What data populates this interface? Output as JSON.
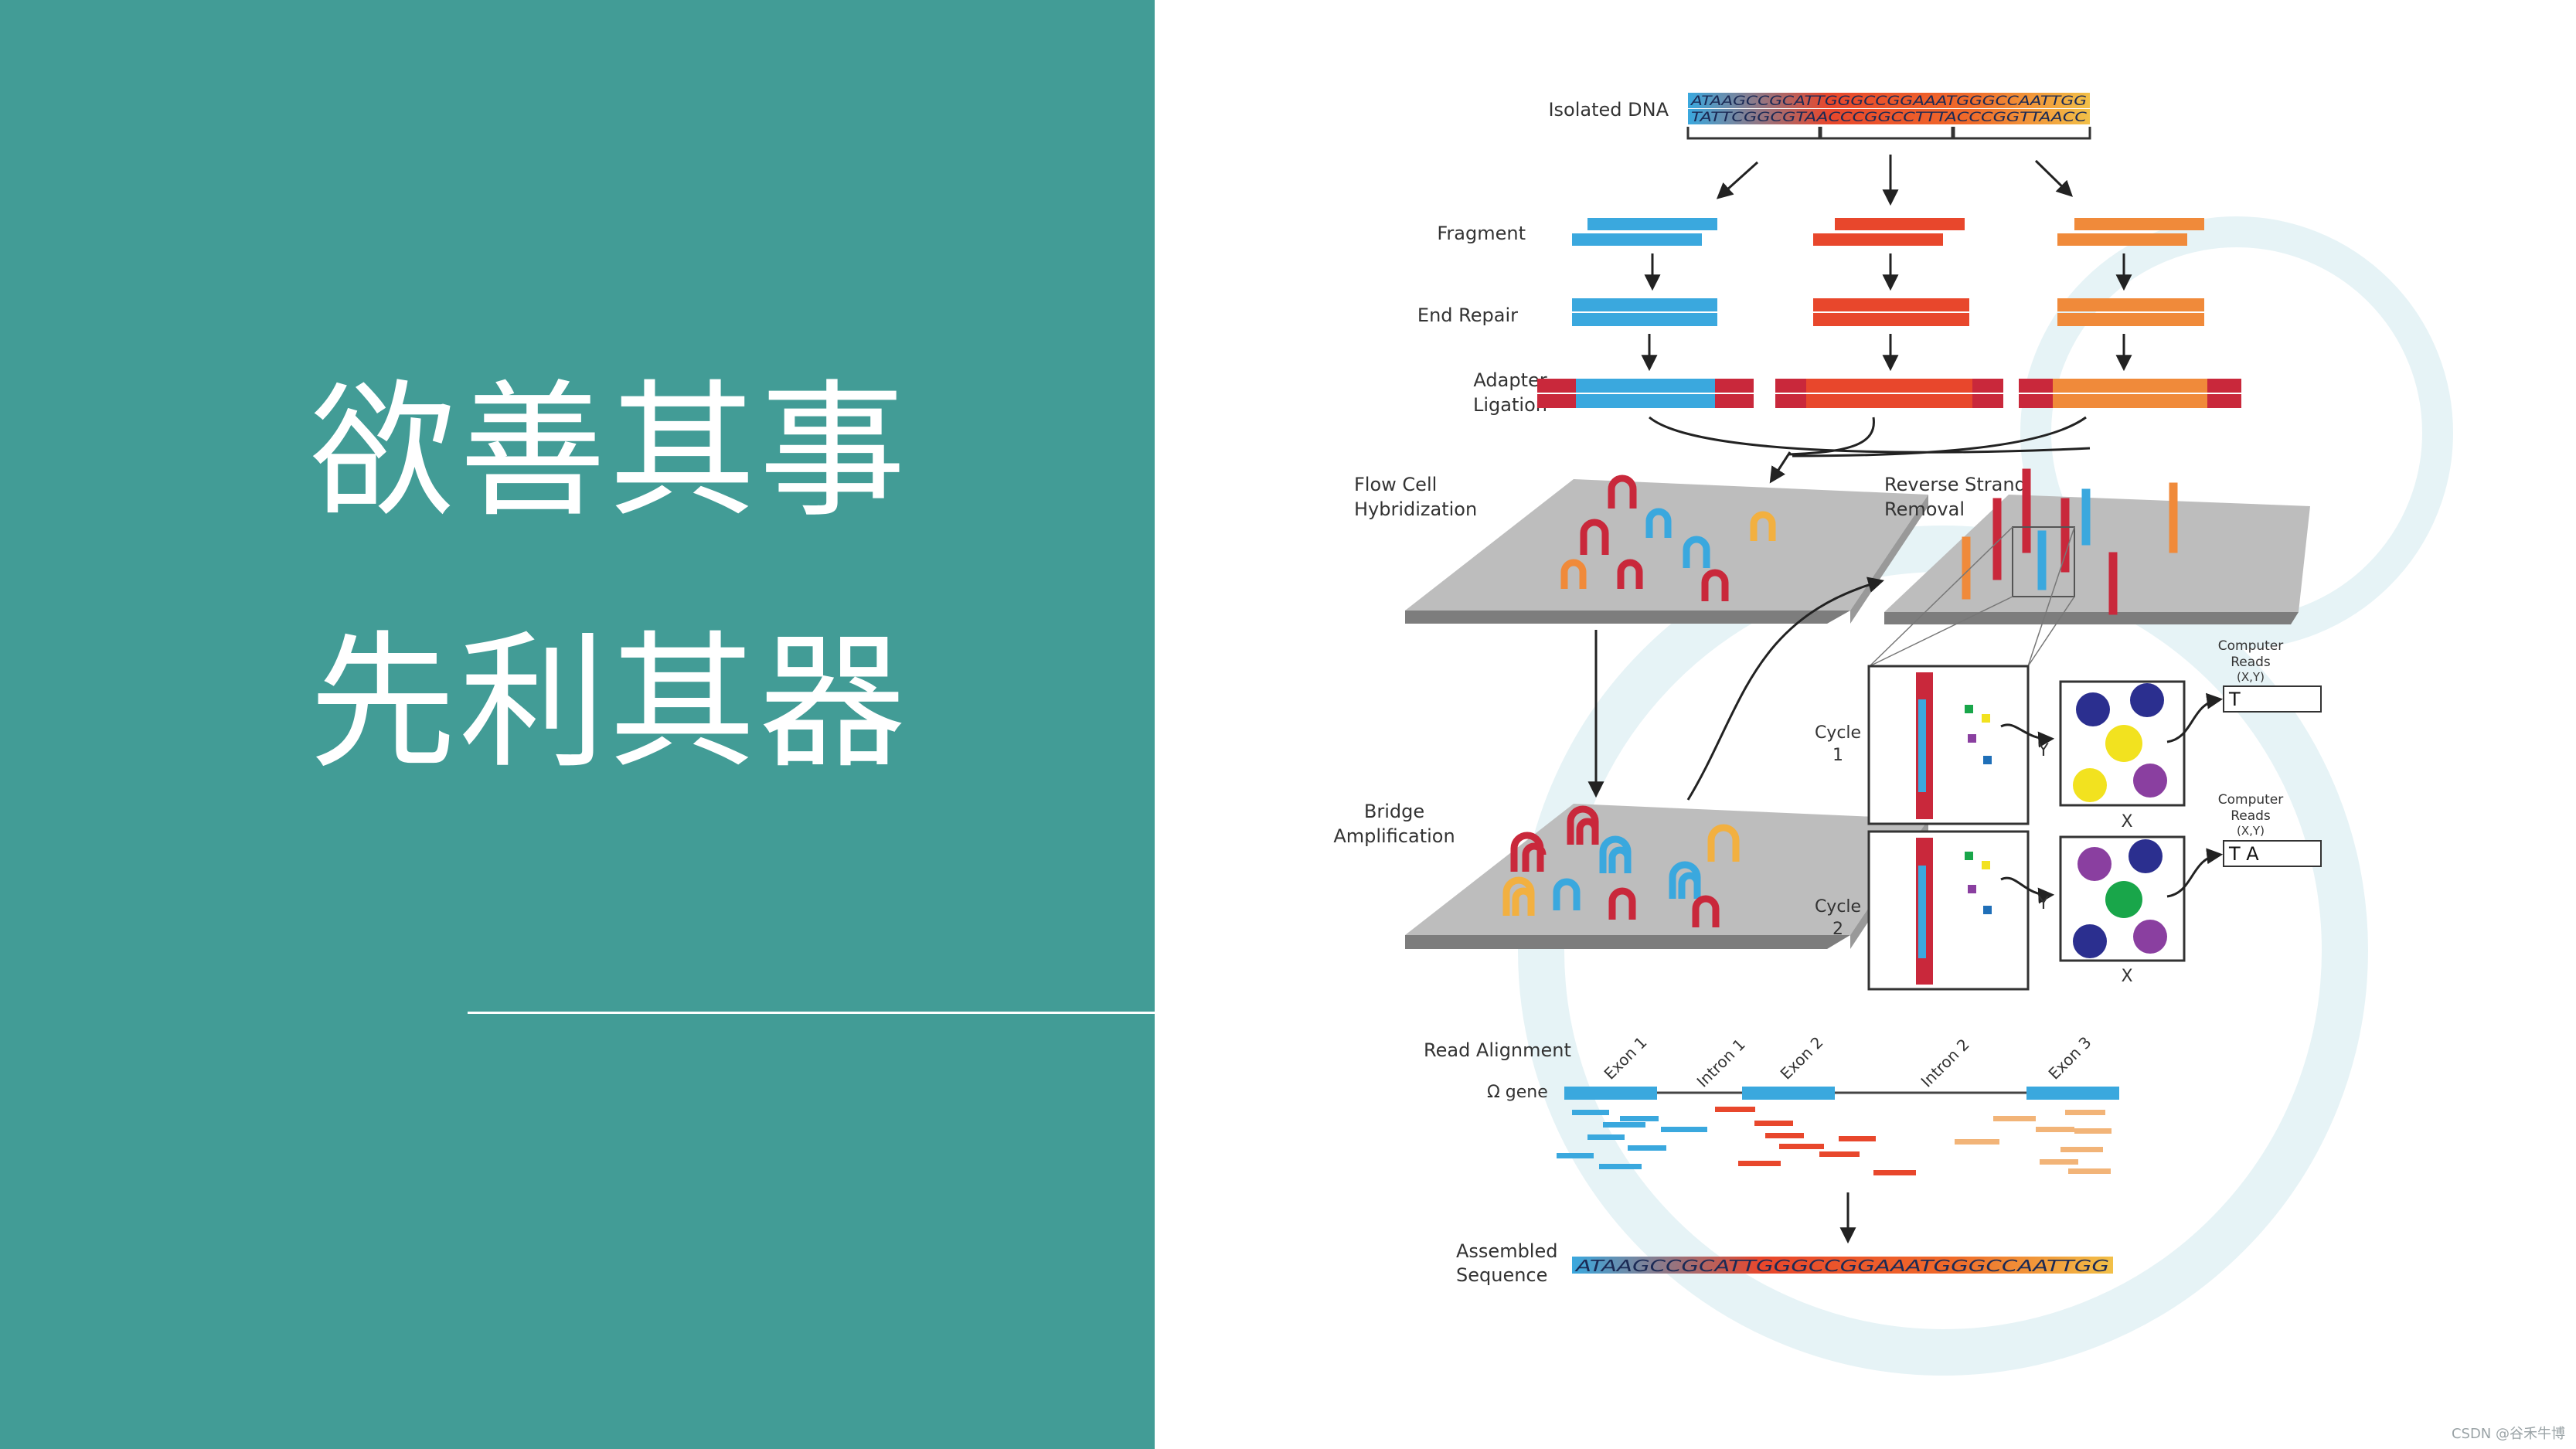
{
  "slide": {
    "title_line1": "欲善其事",
    "title_line2": "先利其器",
    "credit": "CSDN @谷禾牛博"
  },
  "colors": {
    "panel": "#429c96",
    "blue": "#3aa8de",
    "red": "#e8472c",
    "orange": "#f08a3a",
    "adapter": "#c9283b",
    "navy": "#2b2f8f",
    "yellow": "#f2e21f",
    "purple": "#8a3fa0",
    "green": "#19a64a"
  },
  "diagram": {
    "isolated_dna": "Isolated DNA",
    "dna_top": "ATAAGCCGCATTGGGCCGGAAATGGGCCAATTGG",
    "dna_bottom": "TATTCGGCGTAACCCGGCCTTTACCCGGTTAACC",
    "fragment": "Fragment",
    "end_repair": "End Repair",
    "adapter_1": "Adapter",
    "adapter_2": "Ligation",
    "flow_cell_1": "Flow Cell",
    "flow_cell_2": "Hybridization",
    "reverse_1": "Reverse Strand",
    "reverse_2": "Removal",
    "bridge_1": "Bridge",
    "bridge_2": "Amplification",
    "cycle1_a": "Cycle",
    "cycle1_b": "1",
    "cycle2_a": "Cycle",
    "cycle2_b": "2",
    "axis_y": "Y",
    "axis_x": "X",
    "computer_1": "Computer",
    "computer_2": "Reads",
    "computer_3": "(X,Y)",
    "read1": "T",
    "read2": "T A",
    "read_alignment": "Read Alignment",
    "gene": "Ω gene",
    "exon1": "Exon 1",
    "intron1": "Intron 1",
    "exon2": "Exon 2",
    "intron2": "Intron 2",
    "exon3": "Exon 3",
    "assembled_1": "Assembled",
    "assembled_2": "Sequence",
    "assembled_seq": "ATAAGCCGCATTGGGCCGGAAATGGGCCAATTGG"
  }
}
